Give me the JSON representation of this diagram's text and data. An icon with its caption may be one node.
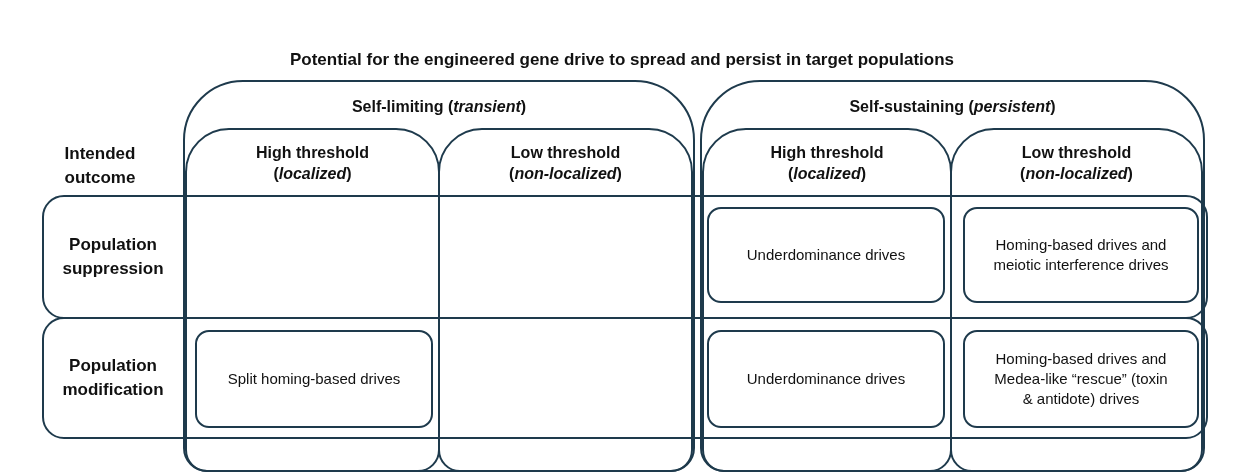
{
  "diagram": {
    "title": "Potential for the engineered gene drive to spread and persist in target populations",
    "nodes": [
      {
        "text": [
          "Self-limiting (*transient*)"
        ]
      },
      {
        "text": [
          "High threshold (*localized*)"
        ],
        "in": 0
      },
      {
        "text": [
          "Low threshold (*non-localized*)"
        ],
        "in": 0
      },
      {
        "text": [
          "Self-sustaining (*persistent*)"
        ]
      },
      {
        "text": [
          "High threshold (*localized*)"
        ],
        "in": 3
      },
      {
        "text": [
          "Low threshold (*non-localized*)"
        ],
        "in": 3
      },
      {
        "text": [
          "Population suppression"
        ]
      },
      {
        "text": [
          "Population modification"
        ]
      },
      {
        "text": [
          "Underdominance drives"
        ]
      },
      {
        "text": [
          "Homing-based drives and meiotic interference drives"
        ]
      },
      {
        "text": [
          "Split homing-based drives"
        ]
      },
      {
        "text": [
          "Underdominance drives"
        ]
      },
      {
        "text": [
          "Homing-based drives and Medea-like “rescue” (toxin & antidote) drives"
        ]
      }
    ],
    "labels": [
      "Intended outcome"
    ]
  }
}
